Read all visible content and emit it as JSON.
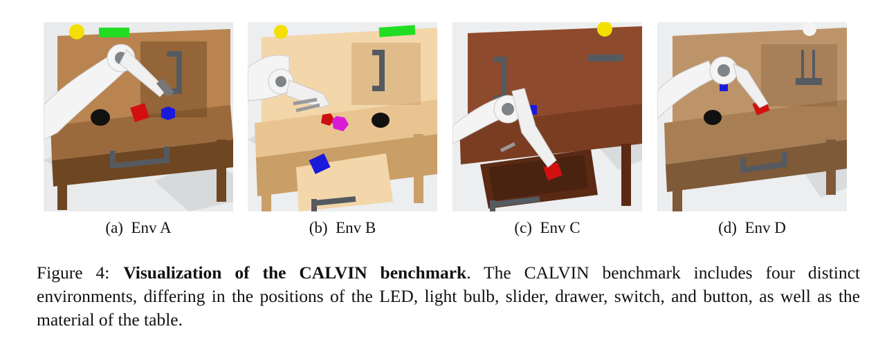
{
  "panels": [
    {
      "label": "(a)",
      "name": "Env A",
      "wood": "#9b6a3c",
      "wood_light": "#b98450",
      "wood_dark": "#6e4622"
    },
    {
      "label": "(b)",
      "name": "Env B",
      "wood": "#e9c491",
      "wood_light": "#f3d6aa",
      "wood_dark": "#c99e67"
    },
    {
      "label": "(c)",
      "name": "Env C",
      "wood": "#7a3d22",
      "wood_light": "#8e4a2c",
      "wood_dark": "#5a2a15"
    },
    {
      "label": "(d)",
      "name": "Env D",
      "wood": "#a87f55",
      "wood_light": "#bd946a",
      "wood_dark": "#7e5a38"
    }
  ],
  "caption": {
    "label": "Figure 4:",
    "title": "Visualization of the CALVIN benchmark",
    "body": ". The CALVIN benchmark includes four distinct environments, differing in the positions of the LED, light bulb, slider, drawer, switch, and button, as well as the material of the table."
  }
}
